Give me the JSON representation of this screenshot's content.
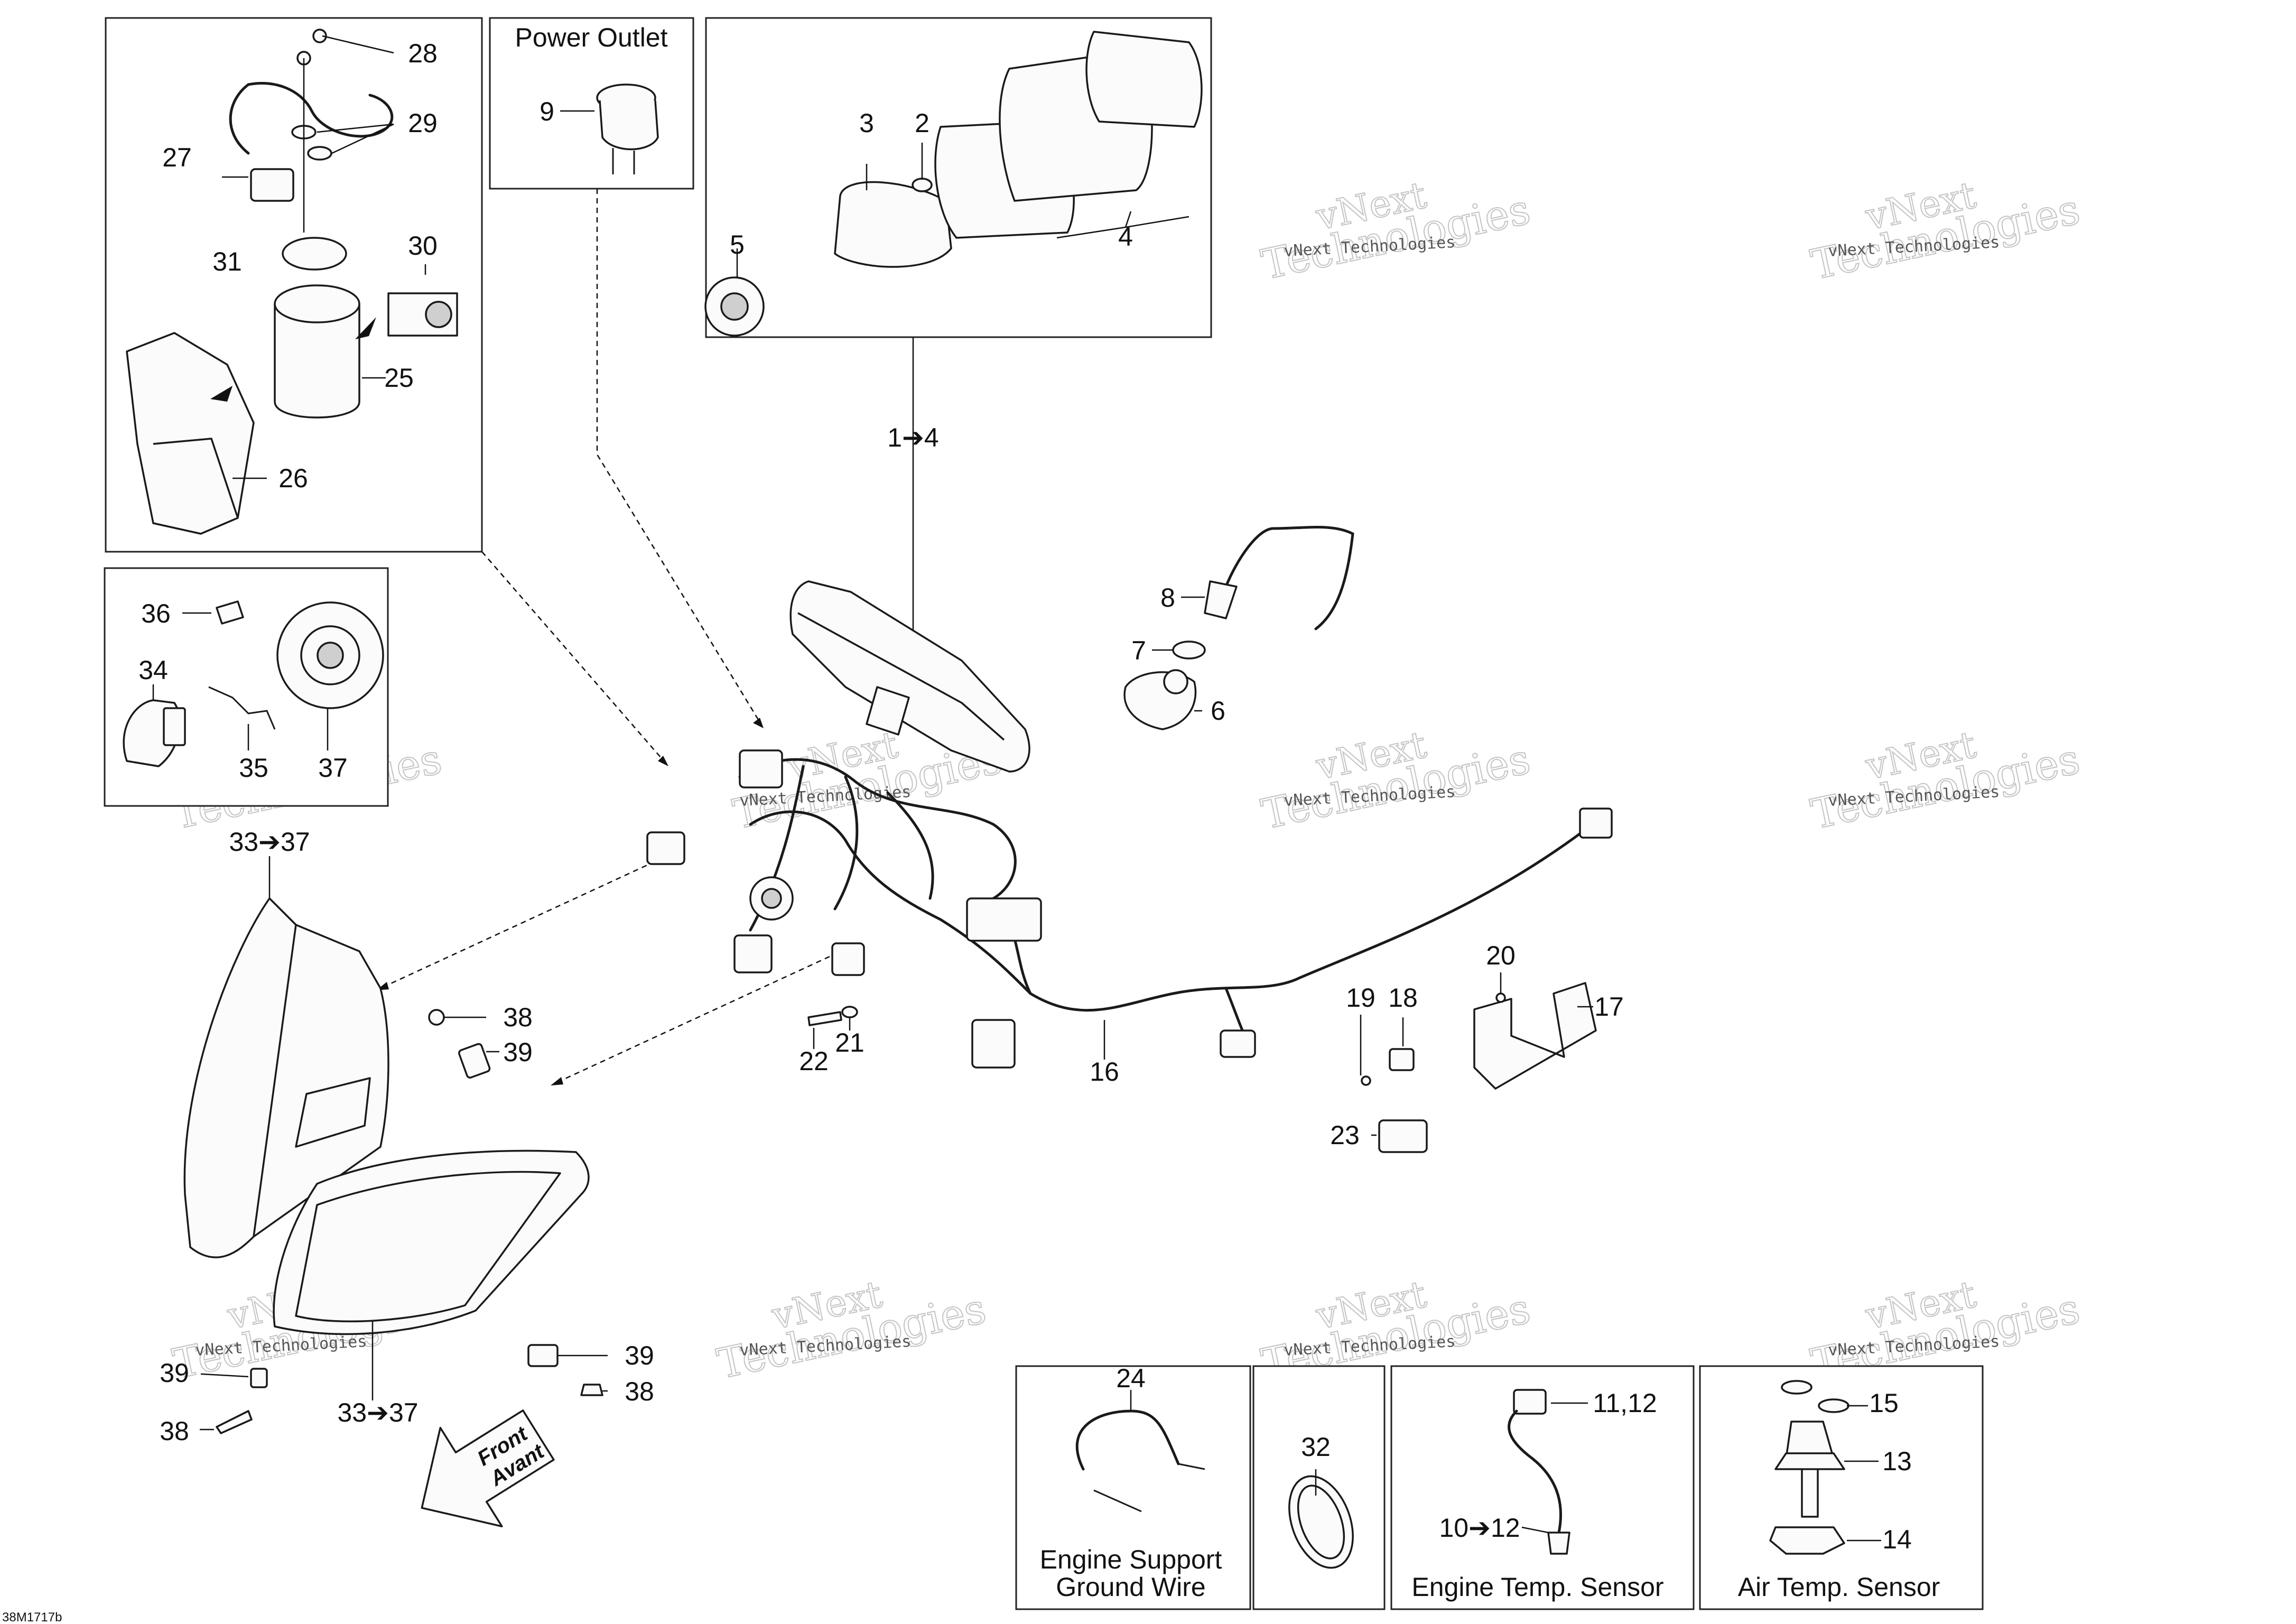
{
  "boxes": {
    "power_outlet": "Power Outlet",
    "engine_support": [
      "Engine Support",
      "Ground Wire"
    ],
    "engine_temp": "Engine Temp. Sensor",
    "air_temp": "Air Temp. Sensor"
  },
  "callouts": {
    "c1_4": "1➔4",
    "c2": "2",
    "c3": "3",
    "c4": "4",
    "c5": "5",
    "c6": "6",
    "c7": "7",
    "c8": "8",
    "c9": "9",
    "c10_12": "10➔12",
    "c11_12": "11,12",
    "c13": "13",
    "c14": "14",
    "c15": "15",
    "c16": "16",
    "c17": "17",
    "c18": "18",
    "c19": "19",
    "c20": "20",
    "c21": "21",
    "c22": "22",
    "c23": "23",
    "c24": "24",
    "c25": "25",
    "c26": "26",
    "c27": "27",
    "c28": "28",
    "c29": "29",
    "c30": "30",
    "c31": "31",
    "c32": "32",
    "c33_37_top": "33➔37",
    "c33_37_bottom": "33➔37",
    "c34": "34",
    "c35": "35",
    "c36": "36",
    "c37": "37",
    "c38_mid": "38",
    "c39_mid": "39",
    "c38_right": "38",
    "c39_right": "39",
    "c38_left": "38",
    "c39_left": "39"
  },
  "front_arrow": [
    "Front",
    "Avant"
  ],
  "watermark": {
    "brand": "vNext",
    "company": "Technologies",
    "small": "vNext Technologies"
  },
  "drawing_number": "38M1717b"
}
